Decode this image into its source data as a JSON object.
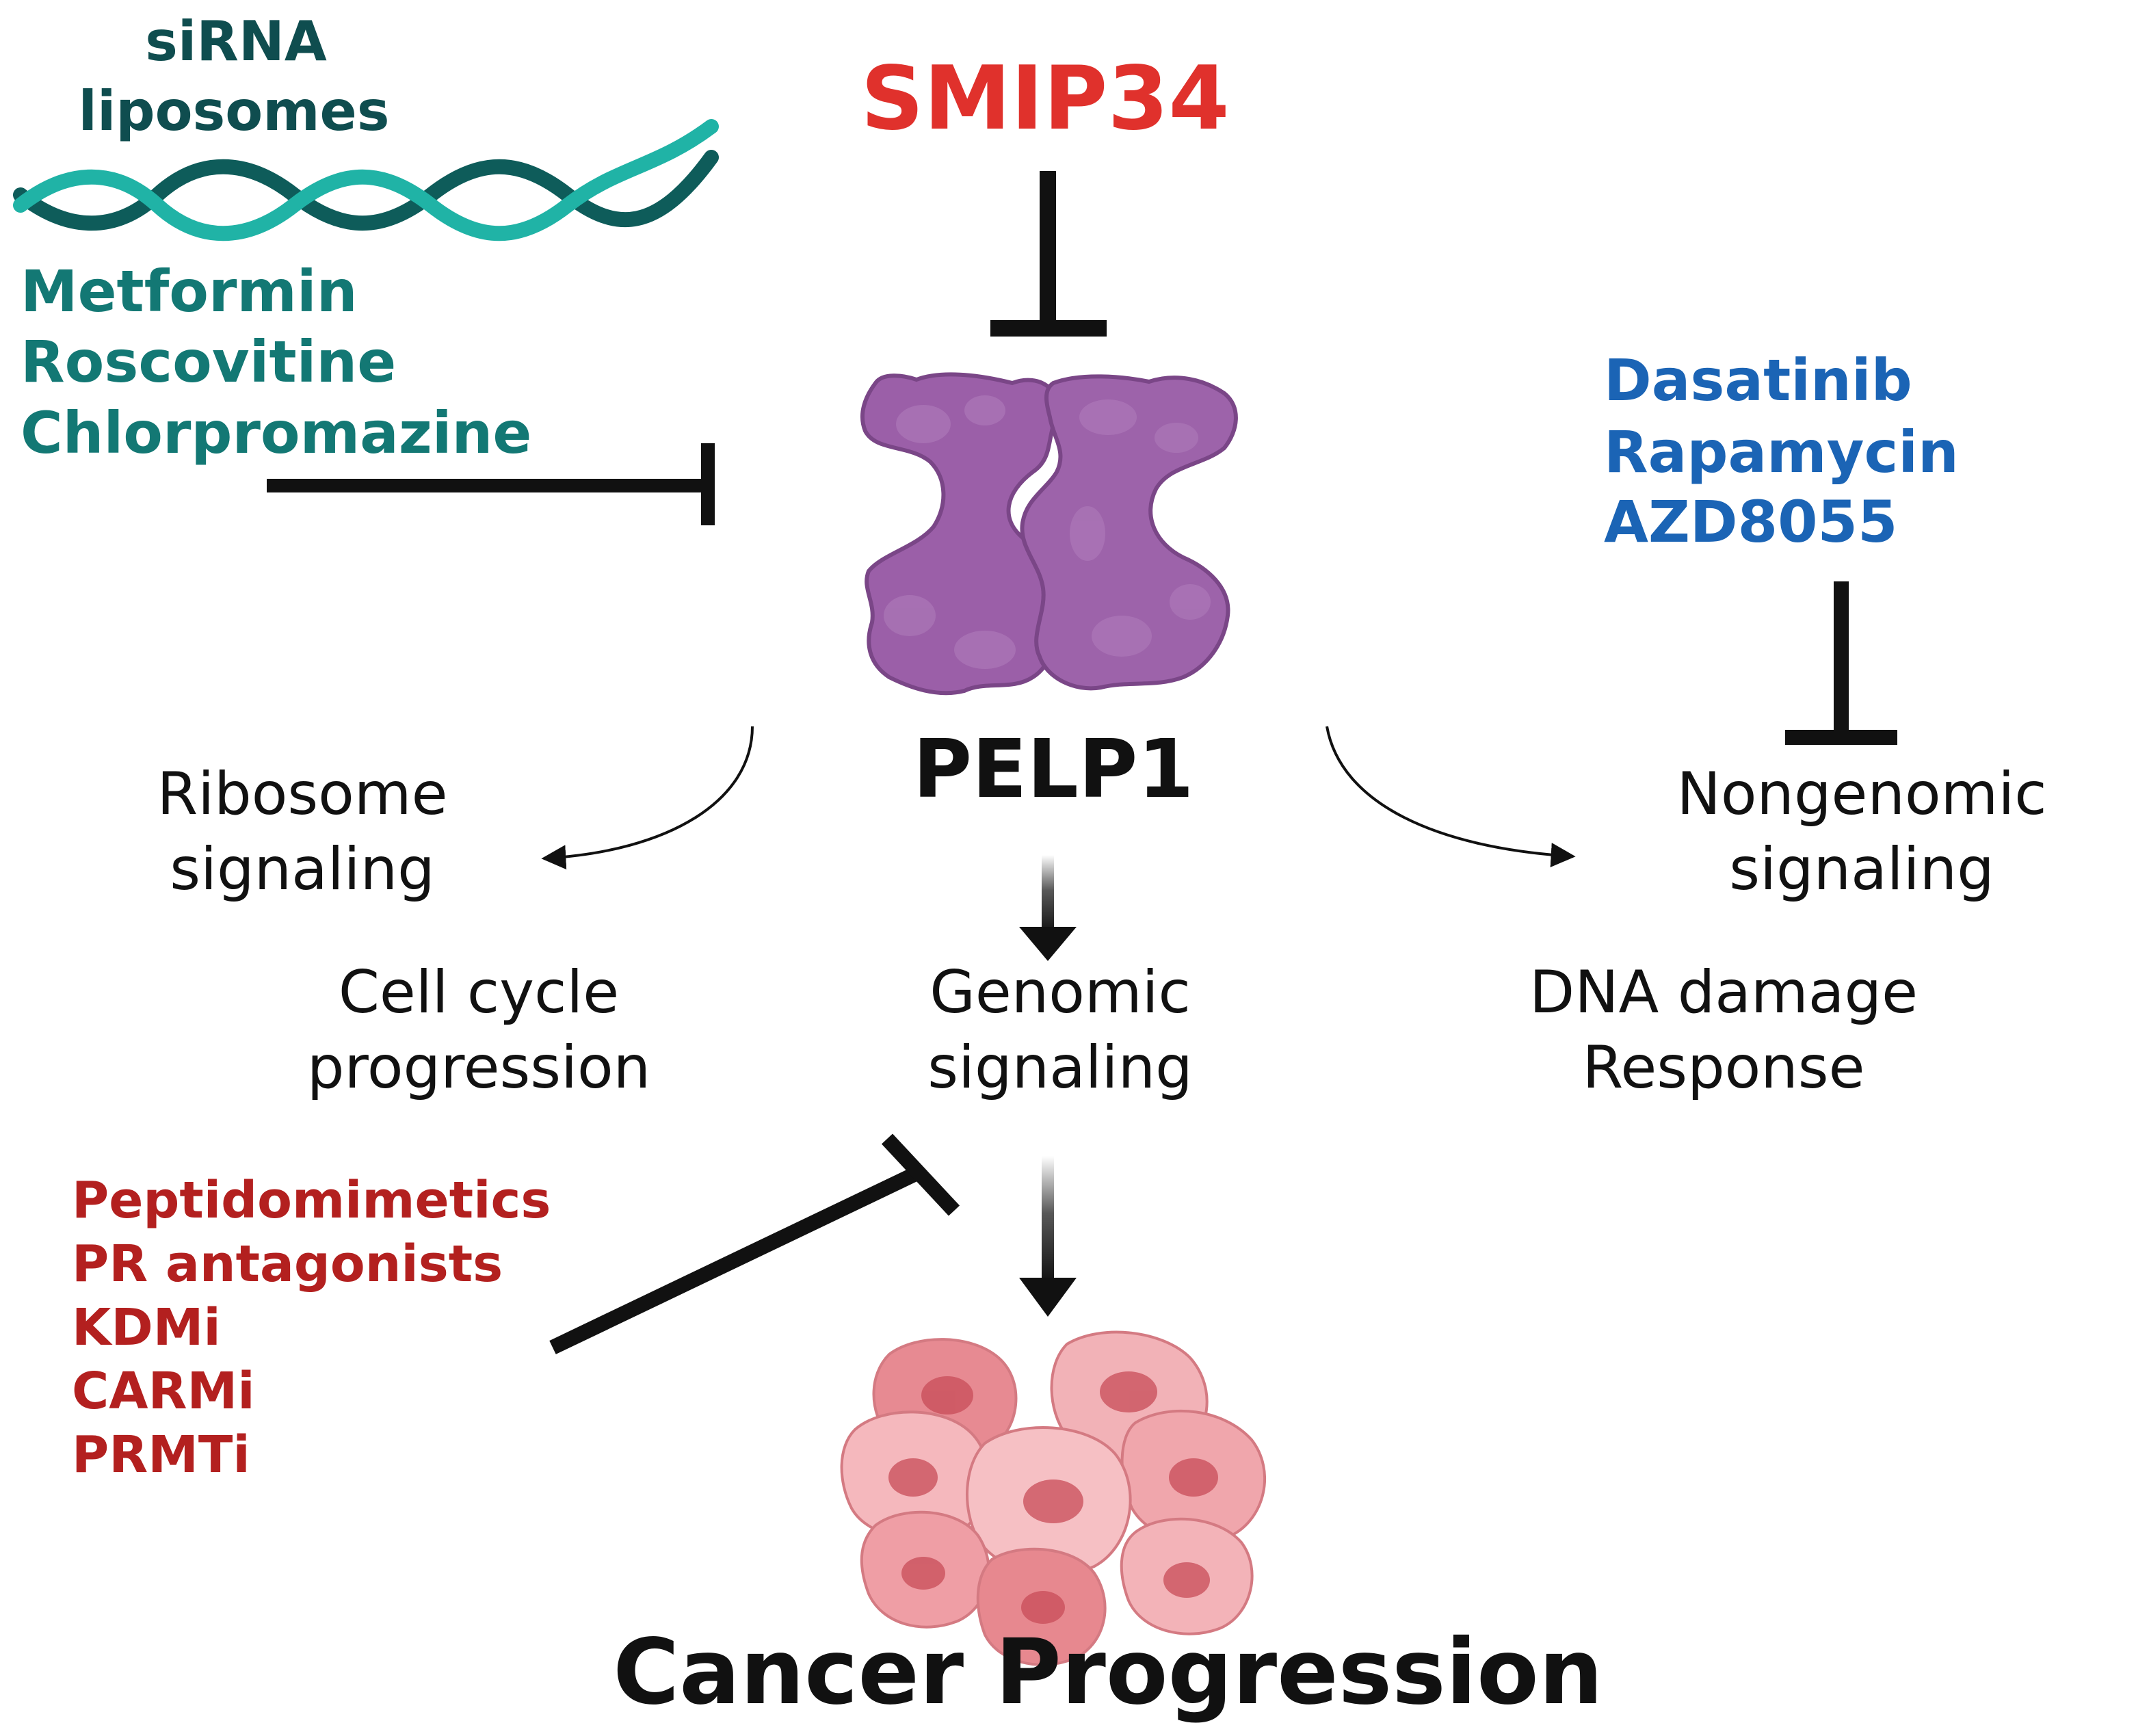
{
  "colors": {
    "teal_dark": "#0f4d4f",
    "teal": "#137874",
    "red": "#e0312c",
    "dark_red": "#b3201f",
    "blue": "#1b64b5",
    "black": "#111111",
    "protein": "#9b5fa8",
    "protein_dark": "#7a4687",
    "cell_pink": "#f0a0a6",
    "cell_dark": "#c84c58"
  },
  "labels": {
    "sirna_line1": "siRNA",
    "sirna_line2": "liposomes",
    "teal_drugs": [
      "Metformin",
      "Roscovitine",
      "Chlorpromazine"
    ],
    "smip": "SMIP34",
    "blue_drugs": [
      "Dasatinib",
      "Rapamycin",
      "AZD8055"
    ],
    "pelp1": "PELP1",
    "ribosome": [
      "Ribosome",
      "signaling"
    ],
    "nongenomic": [
      "Nongenomic",
      "signaling"
    ],
    "cell_cycle": [
      "Cell cycle",
      "progression"
    ],
    "genomic": [
      "Genomic",
      "signaling"
    ],
    "dna_damage": [
      "DNA damage",
      "Response"
    ],
    "red_drugs": [
      "Peptidomimetics",
      "PR antagonists",
      "KDMi",
      "CARMi",
      "PRMTi"
    ],
    "outcome": "Cancer Progression"
  },
  "icons": [
    "dna-helix-icon",
    "pelp1-protein-icon",
    "tumor-cells-icon"
  ]
}
